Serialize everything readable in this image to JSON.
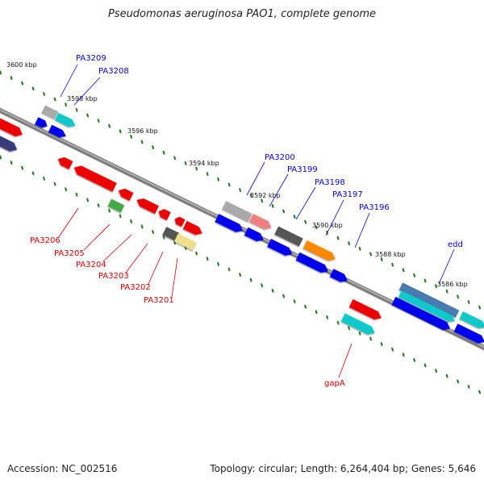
{
  "title": "Pseudomonas aeruginosa PAO1, complete genome",
  "footer": {
    "accession": "Accession: NC_002516",
    "topology": "Topology: circular; Length: 6,264,404 bp; Genes: 5,646"
  },
  "scale_labels": [
    "3600 kbp",
    "3598 kbp",
    "3596 kbp",
    "3594 kbp",
    "3592 kbp",
    "3590 kbp",
    "3588 kbp",
    "3586 kbp"
  ],
  "genes_above": [
    "PA3209",
    "PA3208",
    "PA3200",
    "PA3199",
    "PA3198",
    "PA3197",
    "PA3196",
    "edd"
  ],
  "genes_below": [
    "PA3206",
    "PA3205",
    "PA3204",
    "PA3203",
    "PA3202",
    "PA3201",
    "gapA"
  ],
  "colors": {
    "forward_label": "#0000cc",
    "reverse_label": "#cc0000",
    "tick": "#1a7a1a",
    "backbone": "#7f7f7f",
    "cds_blue": "#0000ee",
    "cds_red": "#ee0000",
    "cds_cyan": "#11c9c9",
    "cds_gray": "#aaaaaa",
    "cds_orange": "#ff8800",
    "cds_khaki": "#eee08a",
    "cds_navy": "#3a3a7a",
    "cds_steel": "#4a7ab0",
    "cds_pink": "#f08080",
    "cds_dark": "#555555",
    "cds_green": "#44aa44"
  }
}
